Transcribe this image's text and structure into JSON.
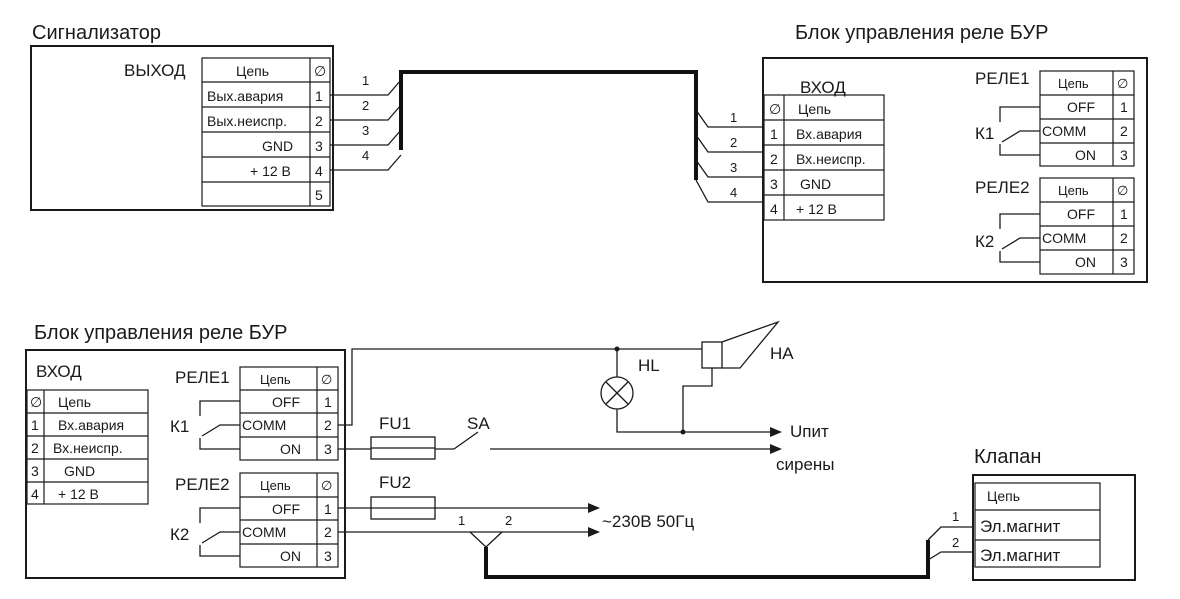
{
  "signal_unit": {
    "title": "Сигнализатор",
    "output_label": "ВЫХОД",
    "circuit_header": "Цепь",
    "empty_symbol": "∅",
    "rows": [
      {
        "name": "Вых.авария",
        "num": "1"
      },
      {
        "name": "Вых.неиспр.",
        "num": "2"
      },
      {
        "name": "GND",
        "num": "3"
      },
      {
        "name": "+ 12 В",
        "num": "4"
      },
      {
        "name": "",
        "num": "5"
      }
    ]
  },
  "bur_top": {
    "title": "Блок управления реле БУР",
    "input_label": "ВХОД",
    "input_header": "Цепь",
    "empty_symbol": "∅",
    "input_rows": [
      {
        "num": "1",
        "name": "Вх.авария"
      },
      {
        "num": "2",
        "name": "Вх.неиспр."
      },
      {
        "num": "3",
        "name": "GND"
      },
      {
        "num": "4",
        "name": "+ 12 В"
      }
    ],
    "relays": [
      {
        "label": "РЕЛЕ1",
        "contact": "К1",
        "header": "Цепь",
        "rows": [
          {
            "name": "OFF",
            "num": "1"
          },
          {
            "name": "COMM",
            "num": "2"
          },
          {
            "name": "ON",
            "num": "3"
          }
        ]
      },
      {
        "label": "РЕЛЕ2",
        "contact": "К2",
        "header": "Цепь",
        "rows": [
          {
            "name": "OFF",
            "num": "1"
          },
          {
            "name": "COMM",
            "num": "2"
          },
          {
            "name": "ON",
            "num": "3"
          }
        ]
      }
    ]
  },
  "cable_numbers": [
    "1",
    "2",
    "3",
    "4"
  ],
  "bur_bottom": {
    "title": "Блок управления реле БУР",
    "input_label": "ВХОД",
    "input_header": "Цепь",
    "empty_symbol": "∅",
    "input_rows": [
      {
        "num": "1",
        "name": "Вх.авария"
      },
      {
        "num": "2",
        "name": "Вх.неиспр."
      },
      {
        "num": "3",
        "name": "GND"
      },
      {
        "num": "4",
        "name": "+ 12 В"
      }
    ],
    "relays": [
      {
        "label": "РЕЛЕ1",
        "contact": "К1",
        "header": "Цепь",
        "rows": [
          {
            "name": "OFF",
            "num": "1"
          },
          {
            "name": "COMM",
            "num": "2"
          },
          {
            "name": "ON",
            "num": "3"
          }
        ]
      },
      {
        "label": "РЕЛЕ2",
        "contact": "К2",
        "header": "Цепь",
        "rows": [
          {
            "name": "OFF",
            "num": "1"
          },
          {
            "name": "COMM",
            "num": "2"
          },
          {
            "name": "ON",
            "num": "3"
          }
        ]
      }
    ]
  },
  "siren_circuit": {
    "lamp": "HL",
    "horn": "HA",
    "fuse1": "FU1",
    "fuse2": "FU2",
    "switch": "SA",
    "supply_line1": "Uпит",
    "supply_line2": "сирены",
    "mains": "~230В 50Гц",
    "split_num1": "1",
    "split_num2": "2"
  },
  "valve": {
    "title": "Клапан",
    "header": "Цепь",
    "rows": [
      {
        "name": "Эл.магнит",
        "num": "1"
      },
      {
        "name": "Эл.магнит",
        "num": "2"
      }
    ]
  }
}
